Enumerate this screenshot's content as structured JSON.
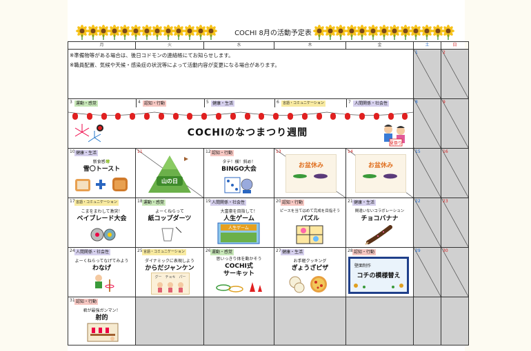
{
  "header": {
    "title": "COCHI  8月の活動予定表"
  },
  "weekdays": [
    "月",
    "火",
    "水",
    "木",
    "金",
    "土",
    "日"
  ],
  "notes": [
    "※準備物等がある場合は、後日コドモンの連絡帳にてお知らせします。",
    "※職員配置、気候や天候・感染症の状況等によって活動内容が変更になる場合があります。"
  ],
  "top_dates": {
    "sat": "1",
    "sun": "2"
  },
  "week2": {
    "days": [
      {
        "date": "3",
        "tag": "運動・感覚"
      },
      {
        "date": "4",
        "tag": "認知・行動"
      },
      {
        "date": "5",
        "tag": "健康・生活"
      },
      {
        "date": "6",
        "tag": "言語・コミュニケーション"
      },
      {
        "date": "7",
        "tag": "人間関係・社会性"
      }
    ],
    "sat": "8",
    "sun": "9",
    "banner": "COCHIのなつまつり週間",
    "sign_text": "夏祭り"
  },
  "week3": [
    {
      "date": "10",
      "tag": "健康・生活",
      "sub": "新食感🍀",
      "main": "雪〇トースト"
    },
    {
      "date": "11",
      "main": "山の日"
    },
    {
      "date": "12",
      "tag": "認知・行動",
      "sub": "タテ！横！斜め！",
      "main": "BINGO大会"
    },
    {
      "date": "13",
      "main": "お盆休み"
    },
    {
      "date": "14",
      "main": "お盆休み"
    },
    {
      "date": "15"
    },
    {
      "date": "16"
    }
  ],
  "week4": [
    {
      "date": "17",
      "tag": "言語・コミュニケーション",
      "sub": "こまをまわして激突！",
      "main": "ベイブレード大会"
    },
    {
      "date": "18",
      "tag": "運動・感覚",
      "sub": "よーくねらって",
      "main": "紙コップダーツ"
    },
    {
      "date": "19",
      "tag": "人間関係・社会性",
      "sub": "大富豪を目指して！",
      "main": "人生ゲーム",
      "box": "人生ゲーム"
    },
    {
      "date": "20",
      "tag": "認知・行動",
      "sub": "ピースを当てはめて完成を目指そう",
      "main": "パズル"
    },
    {
      "date": "21",
      "tag": "健康・生活",
      "sub": "間違いないコラボレーション",
      "main": "チョコバナナ"
    },
    {
      "date": "22"
    },
    {
      "date": "23"
    }
  ],
  "week5": [
    {
      "date": "24",
      "tag": "人間関係・社会性",
      "sub": "よーくねらってなげてみよう",
      "main": "わなげ"
    },
    {
      "date": "25",
      "tag": "言語・コミュニケーション",
      "sub": "ダイナミックに表現しよう",
      "main": "からだジャンケン",
      "card": "グー　チョキ　パー"
    },
    {
      "date": "26",
      "tag": "運動・感覚",
      "sub": "思いっきり体を動かそう",
      "main": "COCHI式",
      "main2": "サーキット"
    },
    {
      "date": "27",
      "tag": "健康・生活",
      "sub": "お手軽クッキング",
      "main": "ぎょうざピザ"
    },
    {
      "date": "28",
      "tag": "認知・行動",
      "sub": "壁面制作",
      "main": "コチの模様替え"
    },
    {
      "date": "29"
    },
    {
      "date": "30"
    }
  ],
  "week6": [
    {
      "date": "31",
      "tag": "認知・行動",
      "sub": "君が最強ガンマン！",
      "main": "射的"
    }
  ]
}
